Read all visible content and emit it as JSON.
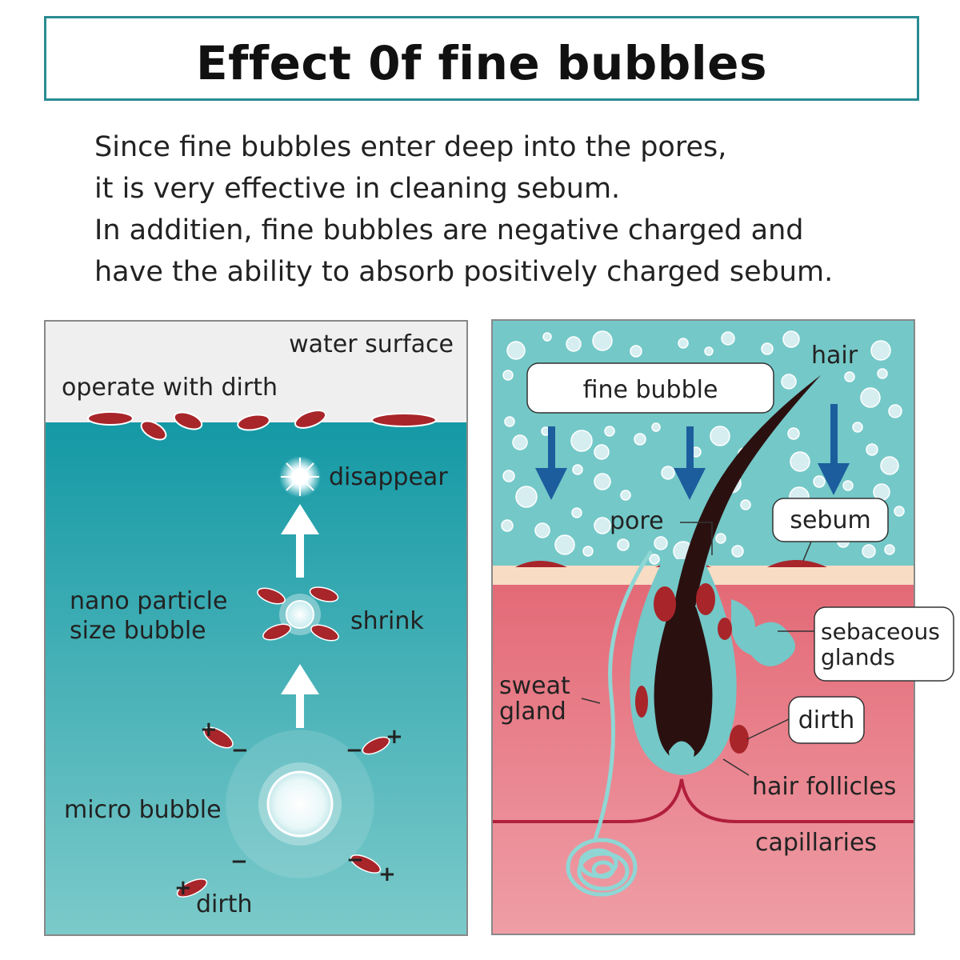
{
  "title": "Effect 0f fine bubbles",
  "intro": [
    "Since fine bubbles enter deep into the pores,",
    "it is very effective in cleaning sebum.",
    "In additien, fine bubbles are negative charged and",
    "have the ability to absorb positively charged sebum."
  ],
  "left_panel": {
    "water_surface": "water surface",
    "operate": "operate with dirth",
    "disappear": "disappear",
    "nano_line1": "nano particle",
    "nano_line2": "size bubble",
    "shrink": "shrink",
    "micro_bubble": "micro bubble",
    "dirth": "dirth",
    "plus": "+",
    "minus": "−"
  },
  "right_panel": {
    "hair": "hair",
    "fine_bubble": "fine bubble",
    "pore": "pore",
    "sebum": "sebum",
    "sebaceous_line1": "sebaceous",
    "sebaceous_line2": "glands",
    "sweat_line1": "sweat",
    "sweat_line2": "gland",
    "dirth": "dirth",
    "hair_follicles": "hair follicles",
    "capillaries": "capillaries"
  },
  "colors": {
    "title_border": "#2a8c93",
    "water": "#1aa0aa",
    "water_deep": "#6ec4c6",
    "sky": "#efefef",
    "dirt": "#a8252a",
    "skin": "#e66f7c",
    "skin_surface": "#f8dcc3",
    "bubble_bg": "#74c8c8",
    "hair": "#2a1110",
    "arrow_blue": "#1c5d9d"
  }
}
